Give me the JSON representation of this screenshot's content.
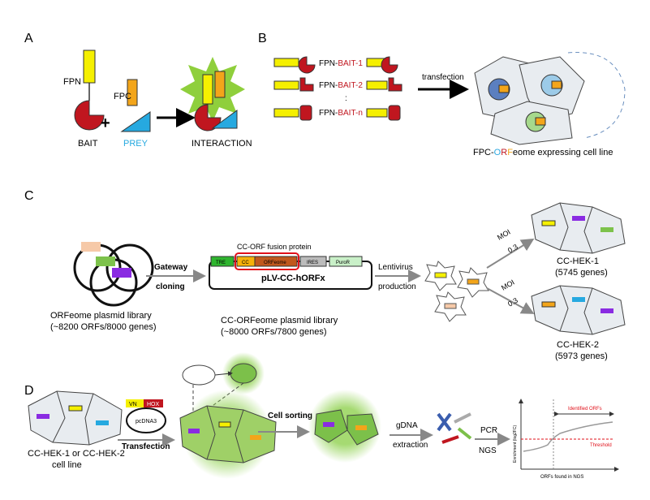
{
  "panels": {
    "a": {
      "label": "A",
      "fpn": "FPN",
      "fpc": "FPC",
      "plus": "+",
      "bait": "BAIT",
      "prey": "PREY",
      "interaction": "INTERACTION"
    },
    "b": {
      "label": "B",
      "bait_prefix": "FPN-",
      "baits": [
        "BAIT-1",
        "BAIT-2",
        "BAIT-n"
      ],
      "dots": ":",
      "transfection": "transfection",
      "cell_line_prefix": "FPC-",
      "cell_line_orf": [
        "O",
        "R",
        "F"
      ],
      "cell_line_suffix": "eome expressing cell line"
    },
    "c": {
      "label": "C",
      "library1_line1": "ORFeome plasmid library",
      "library1_line2": "(~8200 ORFs/8000 genes)",
      "gateway_line1": "Gateway",
      "gateway_line2": "cloning",
      "fusion_protein": "CC-ORF fusion protein",
      "segments": [
        "TRE",
        "CC",
        "ORFeome",
        "IRES",
        "PuroR"
      ],
      "vector_name": "pLV-CC-hORFx",
      "library2_line1": "CC-ORFeome plasmid library",
      "library2_line2": "(~8000 ORFs/7800 genes)",
      "lentivirus_line1": "Lentivirus",
      "lentivirus_line2": "production",
      "moi_label": "MOI",
      "moi_value": "0.3",
      "line1_name": "CC-HEK-1",
      "line1_genes": "(5745 genes)",
      "line2_name": "CC-HEK-2",
      "line2_genes": "(5973 genes)"
    },
    "d": {
      "label": "D",
      "cell_line_line1": "CC-HEK-1 or CC-HEK-2",
      "cell_line_line2": "cell line",
      "vn": "VN",
      "hox": "HOX",
      "plasmid": "pcDNA3",
      "transfection": "Transfection",
      "cell_sorting": "Cell sorting",
      "gdna_line1": "gDNA",
      "gdna_line2": "extraction",
      "pcr": "PCR",
      "ngs": "NGS",
      "chart": {
        "identified": "Identified ORFs",
        "threshold": "Threshold",
        "ylabel": "Enrichment (log2FC)",
        "xlabel": "ORFs found in NGS"
      }
    }
  },
  "colors": {
    "yellow": "#f5f000",
    "red": "#c0161f",
    "orange": "#f3a51a",
    "cyan": "#26a9e0",
    "green": "#8fcf3c",
    "prey_text": "#26a9e0",
    "bait_text": "#c0161f"
  }
}
